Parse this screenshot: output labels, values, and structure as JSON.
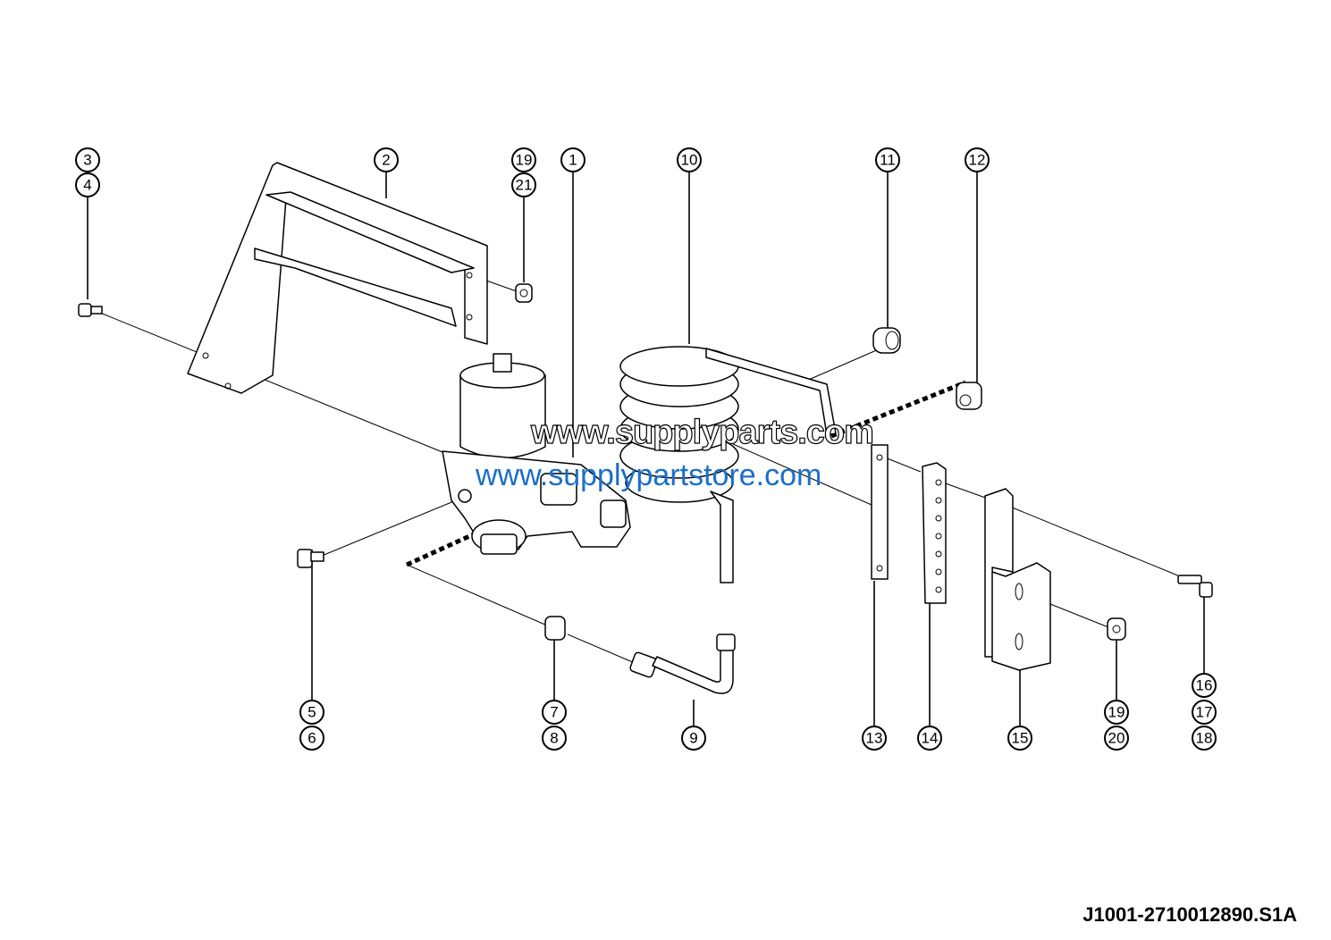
{
  "diagram": {
    "drawing_code": "J1001-2710012890.S1A",
    "watermarks": [
      "www.supplyparts.com",
      "www.supplypartstore.com"
    ],
    "callouts": [
      "1",
      "2",
      "3",
      "4",
      "5",
      "6",
      "7",
      "8",
      "9",
      "10",
      "11",
      "12",
      "13",
      "14",
      "15",
      "16",
      "17",
      "18",
      "19",
      "20",
      "21",
      "19"
    ]
  }
}
